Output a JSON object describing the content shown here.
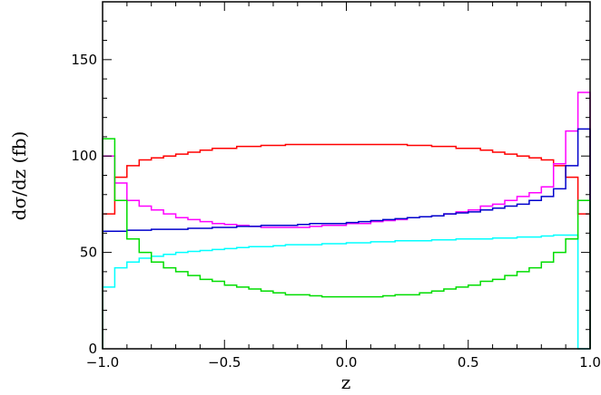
{
  "chart_data": {
    "type": "line",
    "style": "step histogram",
    "xlabel": "z",
    "ylabel": "dσ/dz  (fb)",
    "xlim": [
      -1.0,
      1.0
    ],
    "ylim": [
      0,
      180
    ],
    "xticks": [
      -1.0,
      -0.5,
      0.0,
      0.5,
      1.0
    ],
    "xtick_labels": [
      "−1.0",
      "−0.5",
      "0.0",
      "0.5",
      "1.0"
    ],
    "yticks": [
      0,
      50,
      100,
      150
    ],
    "ytick_labels": [
      "0",
      "50",
      "100",
      "150"
    ],
    "grid": false,
    "legend": "none",
    "bin_edges": [
      -1.0,
      -0.95,
      -0.9,
      -0.85,
      -0.8,
      -0.75,
      -0.7,
      -0.65,
      -0.6,
      -0.55,
      -0.5,
      -0.45,
      -0.4,
      -0.35,
      -0.3,
      -0.25,
      -0.2,
      -0.15,
      -0.1,
      -0.05,
      0.0,
      0.05,
      0.1,
      0.15,
      0.2,
      0.25,
      0.3,
      0.35,
      0.4,
      0.45,
      0.5,
      0.55,
      0.6,
      0.65,
      0.7,
      0.75,
      0.8,
      0.85,
      0.9,
      0.95,
      1.0
    ],
    "series": [
      {
        "color": "#ff0000",
        "values": [
          70,
          89,
          95,
          98,
          99,
          100,
          101,
          102,
          103,
          104,
          104,
          105,
          105,
          105.5,
          105.5,
          106,
          106,
          106,
          106,
          106,
          106,
          106,
          106,
          106,
          106,
          105.5,
          105.5,
          105,
          105,
          104,
          104,
          103,
          102,
          101,
          100,
          99,
          98,
          95,
          89,
          70
        ]
      },
      {
        "color": "#ff00ff",
        "values": [
          100,
          86,
          77,
          74,
          72,
          70,
          68,
          67,
          66,
          65,
          64.5,
          64,
          63.5,
          63,
          63,
          63,
          63,
          63.5,
          64,
          64,
          65,
          65,
          66,
          66.5,
          67,
          68,
          68.5,
          69,
          70,
          71,
          72,
          74,
          75,
          77,
          79,
          81,
          84,
          96,
          113,
          133
        ]
      },
      {
        "color": "#0000cc",
        "values": [
          61,
          61,
          61.5,
          61.5,
          62,
          62,
          62,
          62.5,
          62.5,
          63,
          63,
          63.5,
          63.5,
          64,
          64,
          64,
          64.5,
          65,
          65,
          65,
          65.5,
          66,
          66.5,
          67,
          67.5,
          68,
          68.5,
          69,
          70,
          70.5,
          71,
          72,
          73,
          74,
          75,
          77,
          79,
          83,
          95,
          114
        ]
      },
      {
        "color": "#00ffff",
        "values": [
          32,
          42,
          45,
          47,
          48,
          49,
          50,
          50.5,
          51,
          51.5,
          52,
          52.5,
          53,
          53,
          53.5,
          54,
          54,
          54,
          54.5,
          54.5,
          55,
          55,
          55.5,
          55.5,
          56,
          56,
          56,
          56.5,
          56.5,
          57,
          57,
          57,
          57.5,
          57.5,
          58,
          58,
          58.5,
          59,
          59,
          0
        ]
      },
      {
        "color": "#00dd00",
        "values": [
          109,
          77,
          57,
          50,
          45,
          42,
          40,
          38,
          36,
          35,
          33,
          32,
          31,
          30,
          29,
          28,
          28,
          27.5,
          27,
          27,
          27,
          27,
          27,
          27.5,
          28,
          28,
          29,
          30,
          31,
          32,
          33,
          35,
          36,
          38,
          40,
          42,
          45,
          50,
          57,
          77
        ]
      }
    ]
  }
}
